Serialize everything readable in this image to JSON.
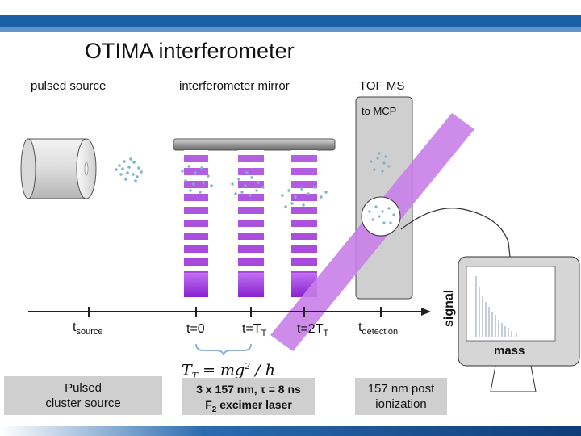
{
  "title": "OTIMA interferometer",
  "labels": {
    "pulsed_source": "pulsed source",
    "interferometer_mirror": "interferometer mirror",
    "tof_ms": "TOF MS",
    "to_mcp": "to MCP",
    "signal": "signal",
    "mass": "mass"
  },
  "timeline": {
    "t_source_main": "t",
    "t_source_sub": "source",
    "t0": "t=0",
    "tT_main": "t=T",
    "tT_sub": "T",
    "t2T_main": "t=2T",
    "t2T_sub": "T",
    "t_detection_main": "t",
    "t_detection_sub": "detection"
  },
  "formula": {
    "lhs": "T",
    "lhs_sub": "T",
    "rhs": "= mg",
    "exp": "2",
    "tail": "/ h"
  },
  "boxes": {
    "source_line1": "Pulsed",
    "source_line2": "cluster source",
    "laser_line1": "3 x 157 nm, τ = 8 ns",
    "laser_line2_main": "F",
    "laser_line2_sub": "2",
    "laser_line2_rest": " excimer laser",
    "ionization_line1": "157 nm post",
    "ionization_line2": "ionization"
  },
  "colors": {
    "header_blue": "#1a5fa8",
    "footer_blue": "#0f3c78",
    "laser_purple": "#c87ee8",
    "grating_purple": "#a040d8",
    "box_gray": "#cfcfcf",
    "cluster_blue": "#7fb3c8"
  }
}
